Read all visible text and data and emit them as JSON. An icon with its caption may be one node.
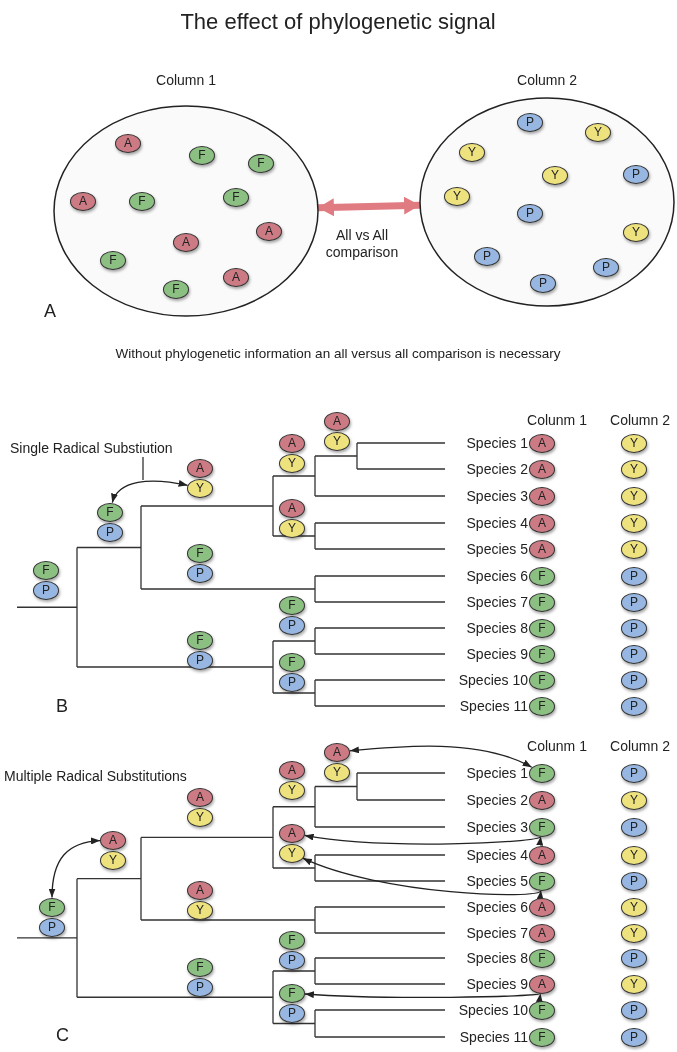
{
  "diagram": {
    "title": "The effect of phylogenetic signal",
    "nodes": [
      {
        "text": [
          "Column 1"
        ]
      },
      {
        "text": [
          "A"
        ],
        "in": 0
      },
      {
        "text": [
          "F"
        ],
        "in": 0
      },
      {
        "text": [
          "F"
        ],
        "in": 0
      },
      {
        "text": [
          "A"
        ],
        "in": 0
      },
      {
        "text": [
          "F"
        ],
        "in": 0
      },
      {
        "text": [
          "F"
        ],
        "in": 0
      },
      {
        "text": [
          "A"
        ],
        "in": 0
      },
      {
        "text": [
          "A"
        ],
        "in": 0
      },
      {
        "text": [
          "F"
        ],
        "in": 0
      },
      {
        "text": [
          "A"
        ],
        "in": 0
      },
      {
        "text": [
          "F"
        ],
        "in": 0
      },
      {
        "text": [
          "Column 2"
        ]
      },
      {
        "text": [
          "P"
        ],
        "in": 12
      },
      {
        "text": [
          "Y"
        ],
        "in": 12
      },
      {
        "text": [
          "Y"
        ],
        "in": 12
      },
      {
        "text": [
          "Y"
        ],
        "in": 12
      },
      {
        "text": [
          "P"
        ],
        "in": 12
      },
      {
        "text": [
          "Y"
        ],
        "in": 12
      },
      {
        "text": [
          "P"
        ],
        "in": 12
      },
      {
        "text": [
          "Y"
        ],
        "in": 12
      },
      {
        "text": [
          "P"
        ],
        "in": 12
      },
      {
        "text": [
          "P"
        ],
        "in": 12
      },
      {
        "text": [
          "P"
        ],
        "in": 12
      },
      {
        "text": [
          "F"
        ]
      },
      {
        "text": [
          "P"
        ]
      },
      {
        "text": [
          "F"
        ]
      },
      {
        "text": [
          "P"
        ]
      },
      {
        "text": [
          "A"
        ]
      },
      {
        "text": [
          "Y"
        ]
      },
      {
        "text": [
          "F"
        ]
      },
      {
        "text": [
          "P"
        ]
      },
      {
        "text": [
          "F"
        ]
      },
      {
        "text": [
          "P"
        ]
      },
      {
        "text": [
          "A"
        ]
      },
      {
        "text": [
          "Y"
        ]
      },
      {
        "text": [
          "A"
        ]
      },
      {
        "text": [
          "Y"
        ]
      },
      {
        "text": [
          "A"
        ]
      },
      {
        "text": [
          "Y"
        ]
      },
      {
        "text": [
          "F"
        ]
      },
      {
        "text": [
          "P"
        ]
      },
      {
        "text": [
          "F"
        ]
      },
      {
        "text": [
          "P"
        ]
      },
      {
        "text": [
          "A"
        ]
      },
      {
        "text": [
          "Y"
        ]
      },
      {
        "text": [
          "A"
        ]
      },
      {
        "text": [
          "Y"
        ]
      },
      {
        "text": [
          "A"
        ]
      },
      {
        "text": [
          "Y"
        ]
      },
      {
        "text": [
          "A"
        ]
      },
      {
        "text": [
          "Y"
        ]
      },
      {
        "text": [
          "A"
        ]
      },
      {
        "text": [
          "Y"
        ]
      },
      {
        "text": [
          "F"
        ]
      },
      {
        "text": [
          "P"
        ]
      },
      {
        "text": [
          "F"
        ]
      },
      {
        "text": [
          "P"
        ]
      },
      {
        "text": [
          "F"
        ]
      },
      {
        "text": [
          "P"
        ]
      },
      {
        "text": [
          "F"
        ]
      },
      {
        "text": [
          "P"
        ]
      },
      {
        "text": [
          "F"
        ]
      },
      {
        "text": [
          "P"
        ]
      },
      {
        "text": [
          "F"
        ]
      },
      {
        "text": [
          "P"
        ]
      },
      {
        "text": [
          "F"
        ]
      },
      {
        "text": [
          "P"
        ]
      },
      {
        "text": [
          "A"
        ]
      },
      {
        "text": [
          "Y"
        ]
      },
      {
        "text": [
          "A"
        ]
      },
      {
        "text": [
          "Y"
        ]
      },
      {
        "text": [
          "A"
        ]
      },
      {
        "text": [
          "Y"
        ]
      },
      {
        "text": [
          "F"
        ]
      },
      {
        "text": [
          "P"
        ]
      },
      {
        "text": [
          "A"
        ]
      },
      {
        "text": [
          "Y"
        ]
      },
      {
        "text": [
          "A"
        ]
      },
      {
        "text": [
          "Y"
        ]
      },
      {
        "text": [
          "A"
        ]
      },
      {
        "text": [
          "Y"
        ]
      },
      {
        "text": [
          "F"
        ]
      },
      {
        "text": [
          "P"
        ]
      },
      {
        "text": [
          "F"
        ]
      },
      {
        "text": [
          "P"
        ]
      },
      {
        "text": [
          "F"
        ]
      },
      {
        "text": [
          "P"
        ]
      },
      {
        "text": [
          "A"
        ]
      },
      {
        "text": [
          "Y"
        ]
      },
      {
        "text": [
          "F"
        ]
      },
      {
        "text": [
          "P"
        ]
      },
      {
        "text": [
          "A"
        ]
      },
      {
        "text": [
          "Y"
        ]
      },
      {
        "text": [
          "F"
        ]
      },
      {
        "text": [
          "P"
        ]
      },
      {
        "text": [
          "A"
        ]
      },
      {
        "text": [
          "Y"
        ]
      },
      {
        "text": [
          "A"
        ]
      },
      {
        "text": [
          "Y"
        ]
      },
      {
        "text": [
          "F"
        ]
      },
      {
        "text": [
          "P"
        ]
      },
      {
        "text": [
          "A"
        ]
      },
      {
        "text": [
          "Y"
        ]
      },
      {
        "text": [
          "F"
        ]
      },
      {
        "text": [
          "P"
        ]
      },
      {
        "text": [
          "F"
        ]
      },
      {
        "text": [
          "P"
        ]
      }
    ],
    "edges": [
      {
        "from": 0,
        "to": 12,
        "arrow": "both",
        "label": "All vs All comparison",
        "style": "thick",
        "color": "#e07b82"
      },
      {
        "from": 26,
        "to": 29,
        "arrow": "both",
        "label": "Single Radical Substiution"
      },
      {
        "from": 66,
        "to": 68,
        "arrow": "both"
      },
      {
        "from": 86,
        "to": 78,
        "arrow": "both"
      },
      {
        "from": 90,
        "to": 80,
        "arrow": "both"
      },
      {
        "from": 94,
        "to": 81,
        "arrow": "both"
      },
      {
        "from": 102,
        "to": 84,
        "arrow": "both"
      }
    ],
    "labels": [
      "A",
      "Without phylogenetic information an all versus all comparison is necessary",
      "Colunm 1",
      "Column 2",
      "Species 1",
      "Species 2",
      "Species 3",
      "Species 4",
      "Species 5",
      "Species 6",
      "Species 7",
      "Species 8",
      "Species 9",
      "Species 10",
      "Species 11",
      "B",
      "Colunm 1",
      "Column 2",
      "Multiple Radical Substitutions",
      "Species 1",
      "Species 2",
      "Species 3",
      "Species 4",
      "Species 5",
      "Species 6",
      "Species 7",
      "Species 8",
      "Species 9",
      "Species 10",
      "Species 11",
      "C"
    ]
  }
}
